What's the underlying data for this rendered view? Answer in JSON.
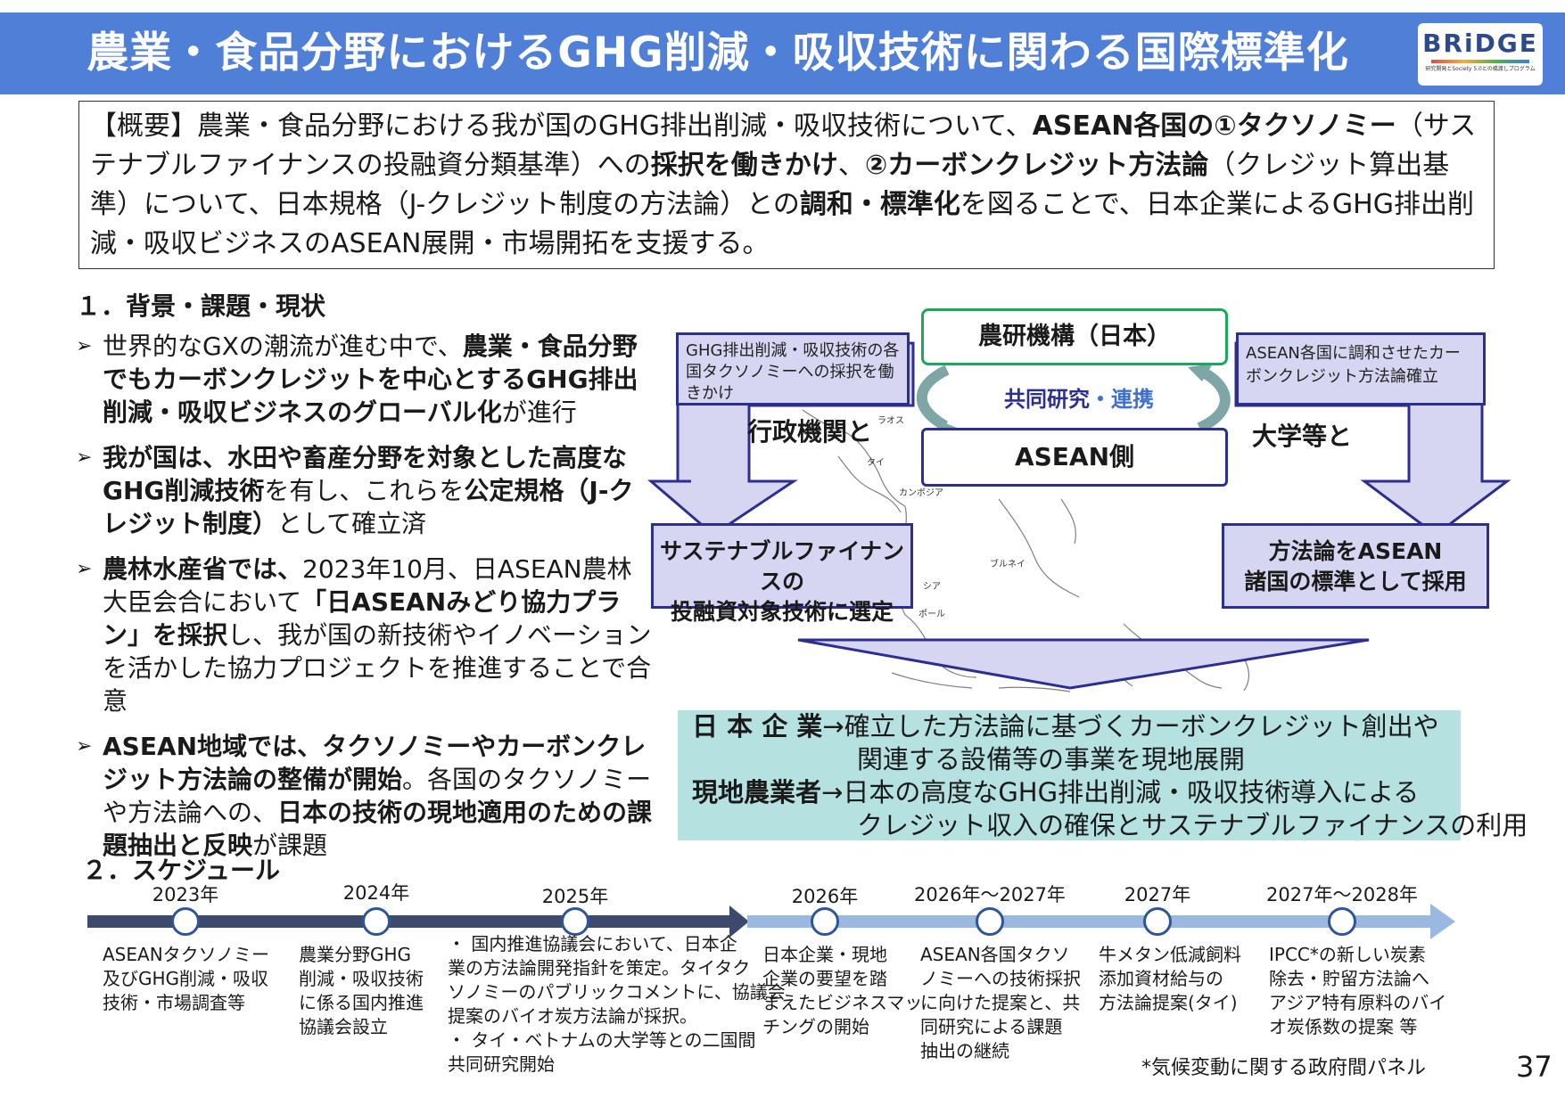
{
  "header": {
    "title": "農業・食品分野におけるGHG削減・吸収技術に関わる国際標準化",
    "logo": {
      "name": "BRiDGE",
      "tagline": "研究開発とSociety 5.0との橋渡しプログラム"
    }
  },
  "overview": {
    "segments": [
      {
        "text": "【概要】農業・食品分野における我が国のGHG排出削減・吸収技術について、",
        "bold": false
      },
      {
        "text": "ASEAN各国の①タクソノミー",
        "bold": true
      },
      {
        "text": "（サステナブルファイナンスの投融資分類基準）への",
        "bold": false
      },
      {
        "text": "採択を働きかけ",
        "bold": true
      },
      {
        "text": "、",
        "bold": false
      },
      {
        "text": "②カーボンクレジット方法論",
        "bold": true
      },
      {
        "text": "（クレジット算出基準）について、日本規格（J-クレジット制度の方法論）との",
        "bold": false
      },
      {
        "text": "調和・標準化",
        "bold": true
      },
      {
        "text": "を図ることで、日本企業によるGHG排出削減・吸収ビジネスのASEAN展開・市場開拓を支援する。",
        "bold": false
      }
    ]
  },
  "section1": {
    "title": "１．背景・課題・現状",
    "bullets": [
      [
        {
          "text": "世界的なGXの潮流が進む中で、",
          "bold": false
        },
        {
          "text": "農業・食品分野でもカーボンクレジットを中心とするGHG排出削減・吸収ビジネスのグローバル化",
          "bold": true
        },
        {
          "text": "が進行",
          "bold": false
        }
      ],
      [
        {
          "text": "我が国は、水田や畜産分野を対象とした高度なGHG削減技術",
          "bold": true
        },
        {
          "text": "を有し、これらを",
          "bold": false
        },
        {
          "text": "公定規格（J-クレジット制度）",
          "bold": true
        },
        {
          "text": "として確立済",
          "bold": false
        }
      ],
      [
        {
          "text": "農林水産省では、",
          "bold": true
        },
        {
          "text": "2023年10月、日ASEAN農林大臣会合において",
          "bold": false
        },
        {
          "text": "「日ASEANみどり協力プラン」を採択",
          "bold": true
        },
        {
          "text": "し、我が国の新技術やイノベーションを活かした協力プロジェクトを推進することで合意",
          "bold": false
        }
      ],
      [
        {
          "text": "ASEAN地域では、タクソノミーやカーボンクレジット方法論の整備が開始",
          "bold": true
        },
        {
          "text": "。各国のタクソノミーや方法論への、",
          "bold": false
        },
        {
          "text": "日本の技術の現地適用のための課題抽出と反映",
          "bold": true
        },
        {
          "text": "が課題",
          "bold": false
        }
      ]
    ]
  },
  "diagram": {
    "naro": "農研機構（日本）",
    "asean": "ASEAN側",
    "joint_a": "共同研究",
    "joint_sep": "・",
    "joint_b": "連携",
    "left_note": "GHG排出削減・吸収技術の各国タクソノミーへの採択を働きかけ",
    "right_note": "ASEAN各国に調和させたカーボンクレジット方法論確立",
    "left_label": "行政機関と",
    "right_label": "大学等と",
    "left_result_1": "サステナブルファイナンスの",
    "left_result_2": "投融資対象技術に選定",
    "right_result_1": "方法論をASEAN",
    "right_result_2": "諸国の標準として採用",
    "map_labels": [
      "ラオス",
      "タイ",
      "カンボジア",
      "ブルネイ",
      "シア",
      "ポール"
    ],
    "colors": {
      "navy": "#2d2f8f",
      "green": "#19a85c",
      "lavender": "#d6d6f2",
      "teal": "#b5e1e1"
    }
  },
  "benefits": {
    "company_label": "日 本 企 業",
    "company_line1": "→確立した方法論に基づくカーボンクレジット創出や",
    "company_line2": "関連する設備等の事業を現地展開",
    "farmer_label": "現地農業者",
    "farmer_line1": "→日本の高度なGHG排出削減・吸収技術導入による",
    "farmer_line2": "クレジット収入の確保とサステナブルファイナンスの利用"
  },
  "section2": {
    "title": "２．スケジュール",
    "milestones": [
      {
        "year": "2023年",
        "desc": [
          "ASEANタクソノミー",
          "及びGHG削減・吸収",
          "技術・市場調査等"
        ]
      },
      {
        "year": "2024年",
        "desc": [
          "農業分野GHG",
          "削減・吸収技術",
          "に係る国内推進",
          "協議会設立"
        ]
      },
      {
        "year": "2025年",
        "desc": [
          "・ 国内推進協議会において、日本企",
          "業の方法論開発指針を策定。タイタク",
          "ソノミーのパブリックコメントに、協議会",
          "提案のバイオ炭方法論が採択。",
          "・ タイ・ベトナムの大学等との二国間",
          "共同研究開始"
        ]
      },
      {
        "year": "2026年",
        "desc": [
          "日本企業・現地",
          "企業の要望を踏",
          "まえたビジネスマッ",
          "チングの開始"
        ]
      },
      {
        "year": "2026年～2027年",
        "desc": [
          "ASEAN各国タクソ",
          "ノミーへの技術採択",
          "に向けた提案と、共",
          "同研究による課題",
          "抽出の継続"
        ]
      },
      {
        "year": "2027年",
        "desc": [
          "牛メタン低減飼料",
          "添加資材給与の",
          "方法論提案(タイ)"
        ]
      },
      {
        "year": "2027年～2028年",
        "desc": [
          "IPCC*の新しい炭素",
          "除去・貯留方法論へ",
          "アジア特有原料のバイ",
          "オ炭係数の提案 等"
        ]
      }
    ],
    "colors": {
      "past": "#3c4a6e",
      "future": "#9ab8e0",
      "circle_past": "#2f5597"
    }
  },
  "footnote": "*気候変動に関する政府間パネル",
  "page_number": "37"
}
